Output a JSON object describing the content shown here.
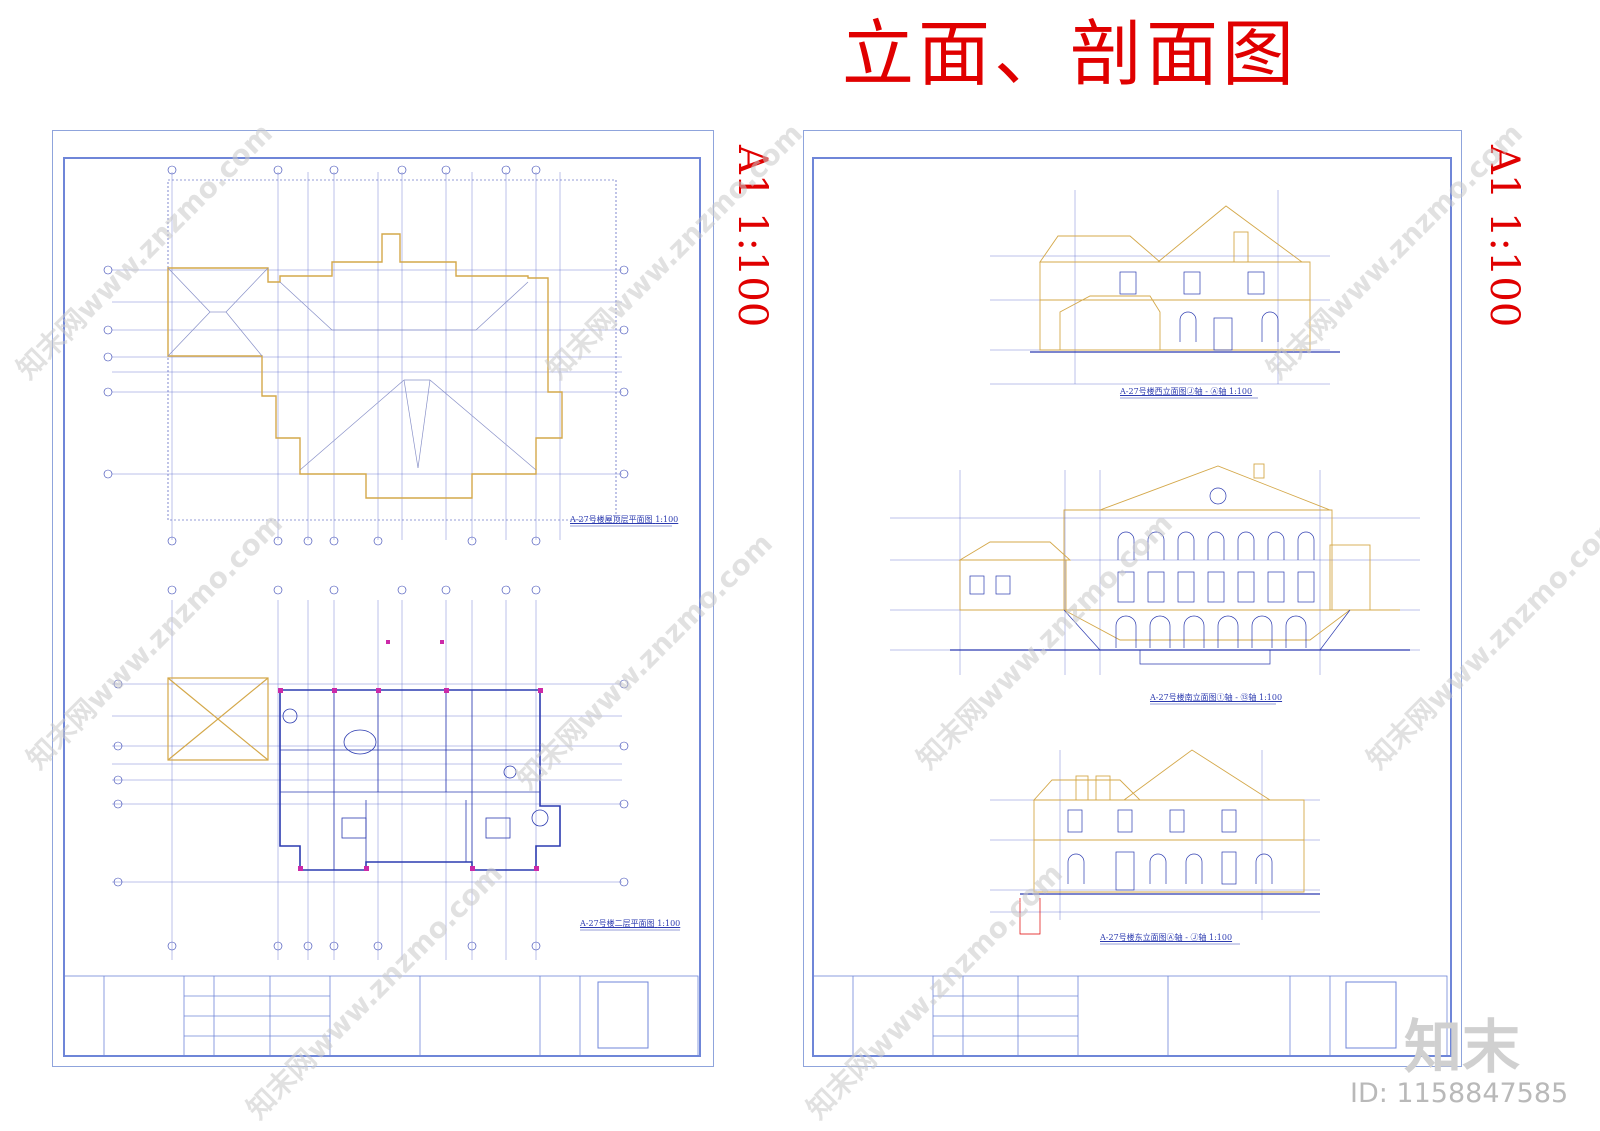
{
  "title": "立面、剖面图",
  "scale_label": "A1  1:100",
  "sheets": [
    {
      "drawings": [
        {
          "caption": "A-27号楼屋顶层平面图",
          "scale": "1:100"
        },
        {
          "caption": "A-27号楼二层平面图",
          "scale": "1:100"
        }
      ]
    },
    {
      "drawings": [
        {
          "caption": "A-27号楼西立面图Ⓙ轴 - Ⓐ轴",
          "scale": "1:100"
        },
        {
          "caption": "A-27号楼南立面图①轴 - ⑬轴",
          "scale": "1:100"
        },
        {
          "caption": "A-27号楼东立面图Ⓐ轴 - Ⓙ轴",
          "scale": "1:100"
        }
      ]
    }
  ],
  "watermark": "知末网www.znzmo.com",
  "logo": "知末",
  "image_id": "ID: 1158847585",
  "colors": {
    "title": "#e00000",
    "frame": "#6f86d8",
    "grid": "#2c3bb0",
    "outline": "#d4a84a",
    "watermark": "#d6d6d6"
  }
}
